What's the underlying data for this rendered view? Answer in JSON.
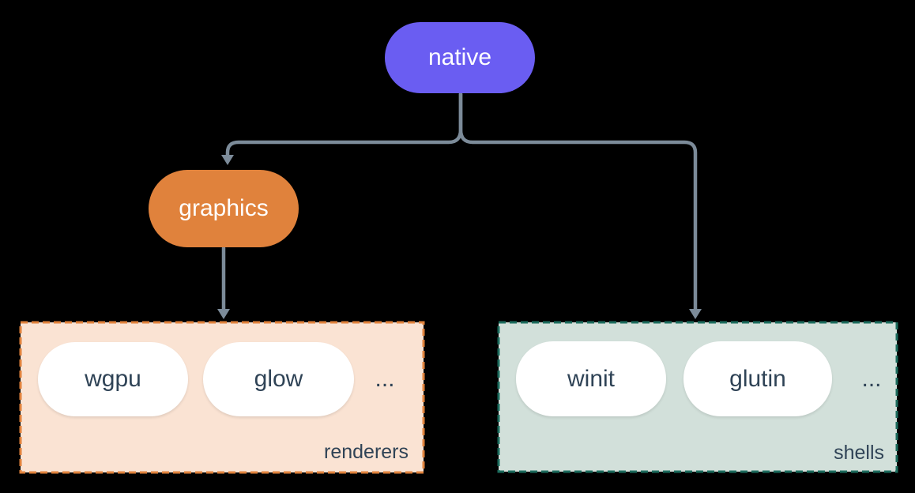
{
  "diagram": {
    "background": "#000000",
    "connector_color": "#7c8b99",
    "nodes": {
      "native": {
        "label": "native",
        "color": "#6a5df2",
        "text_color": "#ffffff"
      },
      "graphics": {
        "label": "graphics",
        "color": "#e0823c",
        "text_color": "#ffffff"
      }
    },
    "groups": {
      "renderers": {
        "label": "renderers",
        "fill": "#fae3d3",
        "border": "#e0823c",
        "items": [
          {
            "label": "wgpu"
          },
          {
            "label": "glow"
          }
        ],
        "ellipsis": "..."
      },
      "shells": {
        "label": "shells",
        "fill": "#d2e0da",
        "border": "#1d6d5e",
        "items": [
          {
            "label": "winit"
          },
          {
            "label": "glutin"
          }
        ],
        "ellipsis": "..."
      }
    }
  }
}
